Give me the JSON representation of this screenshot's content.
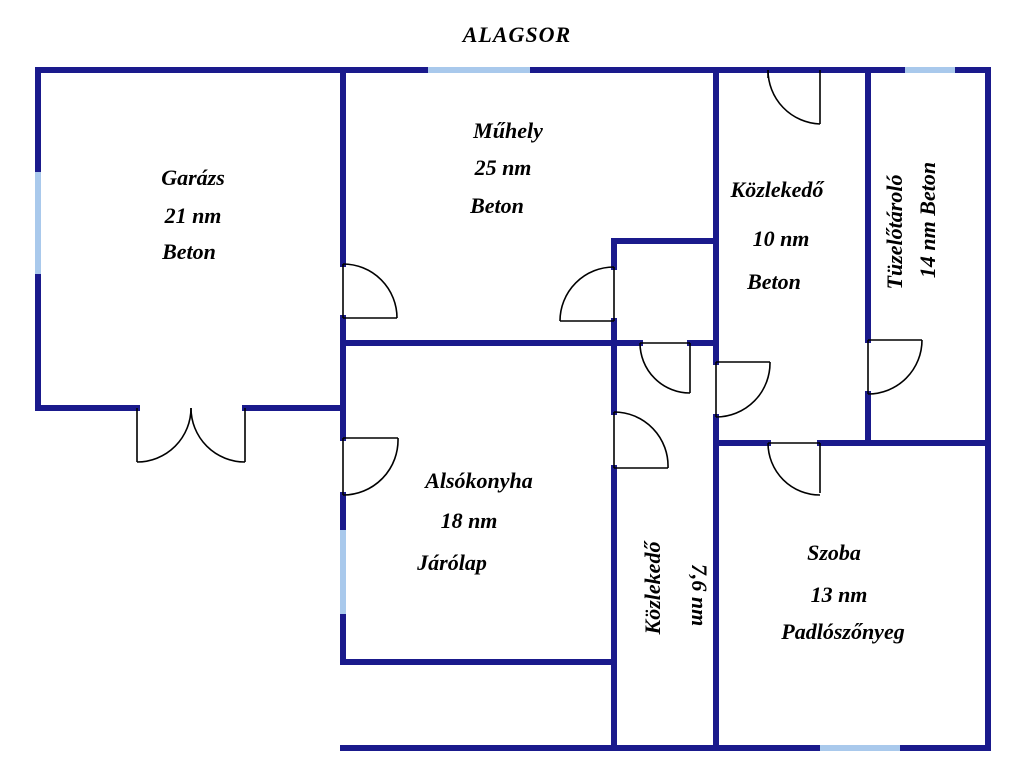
{
  "title": "ALAGSOR",
  "colors": {
    "wall": "#1a1a8c",
    "window": "#a9c9ec",
    "door": "#000000",
    "background": "#ffffff"
  },
  "rooms": {
    "garazs": {
      "name": "Garázs",
      "area": "21 nm",
      "floor": "Beton"
    },
    "muhely": {
      "name": "Műhely",
      "area": "25 nm",
      "floor": "Beton"
    },
    "kozlekedo_upper": {
      "name": "Közlekedő",
      "area": "10 nm",
      "floor": "Beton"
    },
    "tuzelotarolo": {
      "name": "Tüzelőtároló",
      "area_floor": "14 nm Beton"
    },
    "alsokonyha": {
      "name": "Alsókonyha",
      "area": "18 nm",
      "floor": "Járólap"
    },
    "kozlekedo_lower": {
      "name": "Közlekedő",
      "area": "7,6 nm"
    },
    "szoba": {
      "name": "Szoba",
      "area": "13 nm",
      "floor": "Padlószőnyeg"
    }
  }
}
